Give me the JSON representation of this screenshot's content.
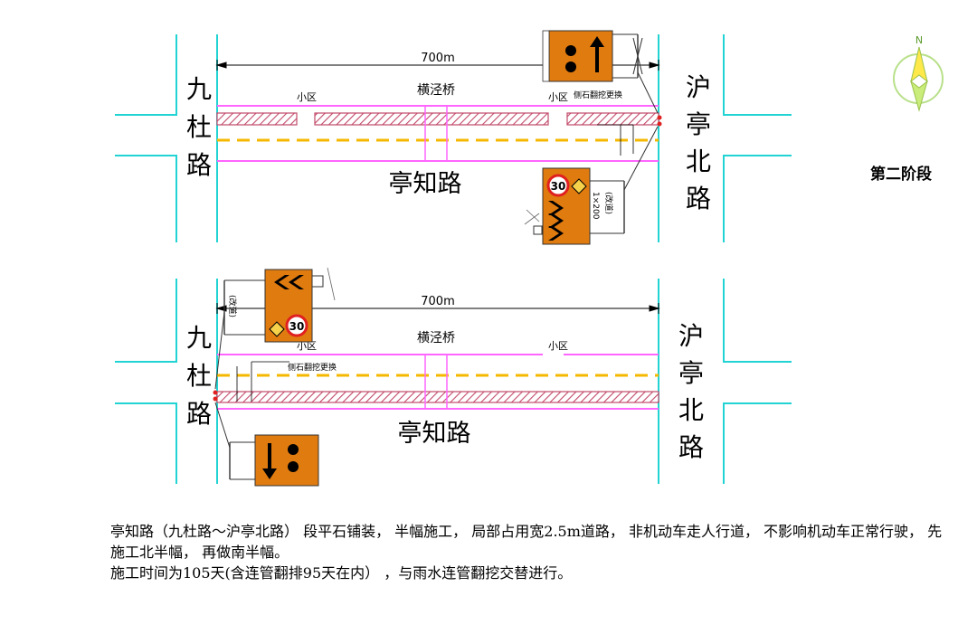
{
  "diagram": {
    "stage_label": "第二阶段",
    "north_label": "N",
    "panels": [
      {
        "id": "top",
        "distance_label": "700m",
        "left_road": [
          "九",
          "杜",
          "路"
        ],
        "right_road": [
          "沪",
          "亭",
          "北",
          "路"
        ],
        "main_road": "亭知路",
        "bridge": "横泾桥",
        "entrances": [
          "小区",
          "小区"
        ],
        "work_note": "侧石翻挖更换",
        "speed_limit": "30",
        "sign_vertical_text": [
          "1×200",
          "(改道)"
        ]
      },
      {
        "id": "bottom",
        "distance_label": "700m",
        "left_road": [
          "九",
          "杜",
          "路"
        ],
        "right_road": [
          "沪",
          "亭",
          "北",
          "路"
        ],
        "main_road": "亭知路",
        "bridge": "横泾桥",
        "entrances": [
          "小区",
          "小区"
        ],
        "work_note": "侧石翻挖更换",
        "speed_limit": "30",
        "sign_vertical_text": [
          "(改道)"
        ]
      }
    ]
  },
  "caption": {
    "line1": "亭知路（九杜路～沪亭北路） 段平石铺装， 半幅施工， 局部占用宽2.5m道路， 非机动车走人行道， 不影响机动车正常行驶， 先施工北半幅， 再做南半幅。",
    "line2": "施工时间为105天(含连管翻排95天在内） ，与雨水连管翻挖交替进行。"
  },
  "colors": {
    "curb": "#22d3d3",
    "lane": "#ff66ff",
    "hatch": "#c24a6a",
    "center_line": "#f5b800",
    "sign": "#e07b10"
  }
}
